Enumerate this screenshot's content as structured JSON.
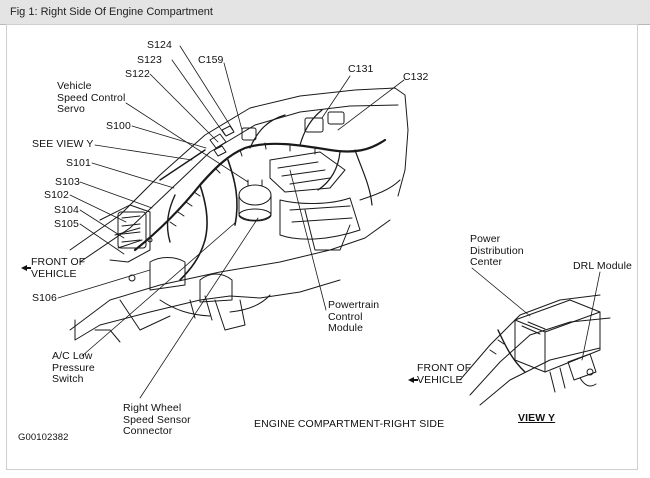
{
  "figure": {
    "title": "Fig 1: Right Side Of Engine Compartment",
    "caption": "ENGINE COMPARTMENT-RIGHT SIDE",
    "code": "G00102382"
  },
  "labels": {
    "s124": "S124",
    "s123": "S123",
    "s122": "S122",
    "c159": "C159",
    "c131": "C131",
    "c132": "C132",
    "vehicle_speed_control_servo": "Vehicle\nSpeed Control\nServo",
    "s100": "S100",
    "see_view_y": "SEE VIEW Y",
    "s101": "S101",
    "s103": "S103",
    "s102": "S102",
    "s104": "S104",
    "s105": "S105",
    "front_of_vehicle_main": "FRONT OF\nVEHICLE",
    "s106": "S106",
    "powertrain_control_module": "Powertrain\nControl\nModule",
    "ac_low_pressure_switch": "A/C Low\nPressure\nSwitch",
    "right_wheel_speed_sensor_connector": "Right Wheel\nSpeed Sensor\nConnector",
    "power_distribution_center": "Power\nDistribution\nCenter",
    "drl_module": "DRL Module",
    "front_of_vehicle_view_y": "FRONT OF\nVEHICLE",
    "view_y": "VIEW Y"
  }
}
